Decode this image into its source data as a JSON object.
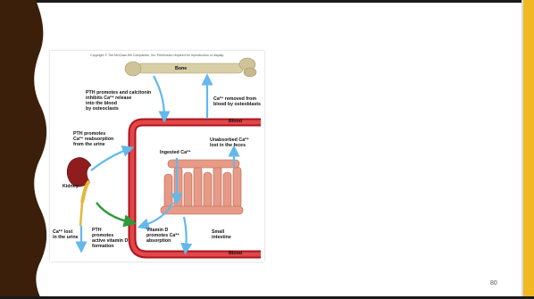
{
  "slide": {
    "page_number": "80",
    "accent_color": "#f2b824",
    "band_color": "#3b1f0a"
  },
  "figure": {
    "copyright": "Copyright © The McGraw-Hill Companies, Inc. Permission required for reproduction or display.",
    "labels": {
      "bone": "Bone",
      "pth_calcitonin": "PTH promotes and calcitonin\ninhibits Ca²⁺ release\ninto the blood\nby osteoclasts",
      "ca_removed": "Ca²⁺ removed from\nblood by osteoblasts",
      "blood_top": "Blood",
      "pth_reabsorption": "PTH promotes\nCa²⁺ reabsorption\nfrom the urine",
      "ingested": "Ingested Ca²⁺",
      "unabsorbed": "Unabsorbed Ca²⁺\nlost in the feces",
      "kidney": "Kidney",
      "ca_lost_urine": "Ca²⁺ lost\nin the urine",
      "pth_vitamin_d": "PTH\npromotes\nactive vitamin D\nformation",
      "vitamin_d_absorption": "Vitamin D\npromotes Ca²⁺\nabsorption",
      "small_intestine": "Small\nintestine",
      "blood_bottom": "Blood"
    }
  }
}
